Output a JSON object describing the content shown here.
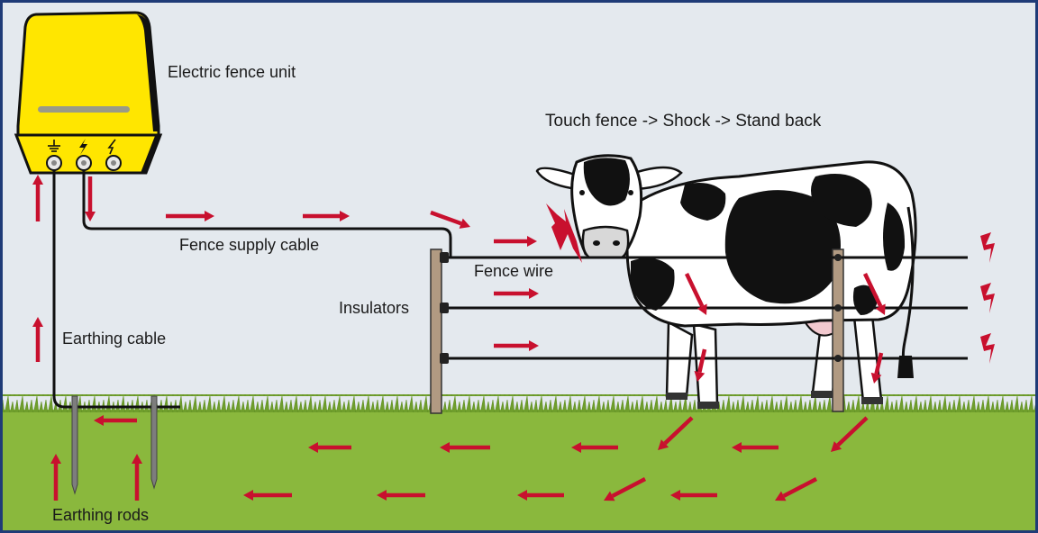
{
  "labels": {
    "unit": "Electric fence unit",
    "tagline": "Touch fence -> Shock -> Stand back",
    "supply_cable": "Fence supply cable",
    "fence_wire": "Fence wire",
    "insulators": "Insulators",
    "earthing_cable": "Earthing cable",
    "earthing_rods": "Earthing rods"
  },
  "colors": {
    "sky": "#e4e9ee",
    "grass": "#8ab83d",
    "grass_blade": "#6f9e2c",
    "unit_body": "#ffe600",
    "arrow": "#c8102e",
    "post": "#b19a82",
    "rod": "#7d7d7d",
    "cable": "#111111",
    "frame": "#1f3b77"
  },
  "icons": [
    "earth-terminal-icon",
    "fence-terminal-icon",
    "spare-terminal-icon",
    "shock-bolt-icon"
  ]
}
